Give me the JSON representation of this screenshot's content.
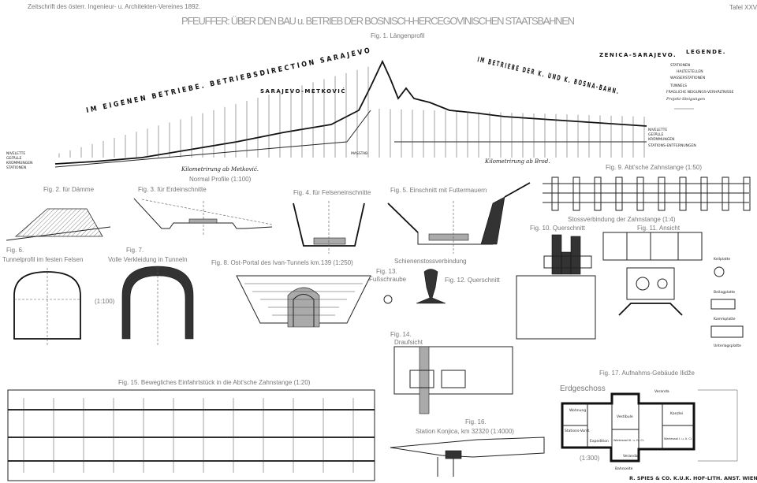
{
  "header": {
    "journal": "Zeitschrift des österr. Ingenieur- u. Architekten-Vereines 1892.",
    "plate": "Tafel XXVI.",
    "title": "PFEUFFER: ÜBER DEN BAU u. BETRIEB DER BOSNISCH-HERCEGOVINISCHEN STAATSBAHNEN"
  },
  "fig1": {
    "label": "Fig. 1. Längenprofil",
    "band_left": "IM EIGENEN BETRIEBE. BETRIEBSDIRECTION SARAJEVO",
    "band_right": "IM BETRIEBE DER K. UND K. BOSNA-BAHN.",
    "section_left": "SARAJEVO-METKOVIĆ",
    "section_right": "ZENICA-SARAJEVO.",
    "km_left": "Kilometrirung ab Metković.",
    "km_right": "Kilometrirung ab Brod.",
    "scale": "MASSTAB",
    "left_labels": [
      "NIVELETTE",
      "GEFÄLLE",
      "KRÜMMUNGEN",
      "STATIONEN"
    ],
    "right_labels": [
      "NIVELETTE",
      "GEFÄLLE",
      "KRÜMMUNGEN",
      "STATIONS-ENTFERNUNGEN"
    ]
  },
  "legend": {
    "title": "LEGENDE.",
    "items": [
      "STATIONEN",
      "HALTESTELLEN",
      "WASSERSTATIONEN",
      "TUNNELS",
      "FRAGLICHE NEIGUNGS-VERHÄLTNISSE"
    ],
    "note": "Projekt-Steigungen"
  },
  "figures": {
    "normal_profile": "Normal Profile (1:100)",
    "fig2": "Fig. 2. für Dämme",
    "fig3": "Fig. 3. für Erdeinschnitte",
    "fig4": "Fig. 4. für Felseneinschnitte",
    "fig5": "Fig. 5. Einschnitt mit Futtermauern",
    "fig6_num": "Fig. 6.",
    "fig6": "Tunnelprofil im festen Felsen",
    "fig6_scale": "(1:100)",
    "fig7_num": "Fig. 7.",
    "fig7": "Volle Verkleidung in Tunneln",
    "fig8": "Fig. 8. Ost-Portal des Ivan-Tunnels km.139 (1:250)",
    "rail_joint": "Schienenstossverbindung",
    "fig9": "Fig. 9. Abt'sche Zahnstange (1:50)",
    "rack_joint": "Stossverbindung der Zahnstange (1:4)",
    "fig10": "Fig. 10. Querschnitt",
    "fig11": "Fig. 11. Ansicht",
    "fig12": "Fig. 12. Querschnitt",
    "fig13_num": "Fig. 13.",
    "fig13": "Fußschraube",
    "fig14_num": "Fig. 14.",
    "fig14": "Draufsicht",
    "fig15": "Fig. 15. Bewegliches Einfahrtstück in die Abt'sche Zahnstange (1:20)",
    "fig16_num": "Fig. 16.",
    "fig16": "Station Konjica, km 32320 (1:4000)",
    "fig17": "Fig. 17. Aufnahms-Gebäude Ilidže",
    "floor": "Erdgeschoss",
    "fig17_scale": "(1:300)",
    "rooms": [
      "Wohnung",
      "Stations-Vorst.",
      "Expedition",
      "Vestibule",
      "Wartesaal III. u. IV. Cl.",
      "Kanzlei",
      "Wartesaal I. u. II. Cl.",
      "Veranda",
      "Veranda",
      "Bahnseite"
    ],
    "parts": [
      "Keilplatte",
      "Beilagplatte",
      "Kammplatte",
      "Unterlagsplatte"
    ]
  },
  "printer": "R. SPIES & CO. K.U.K. HOF-LITH. ANST. WIEN."
}
